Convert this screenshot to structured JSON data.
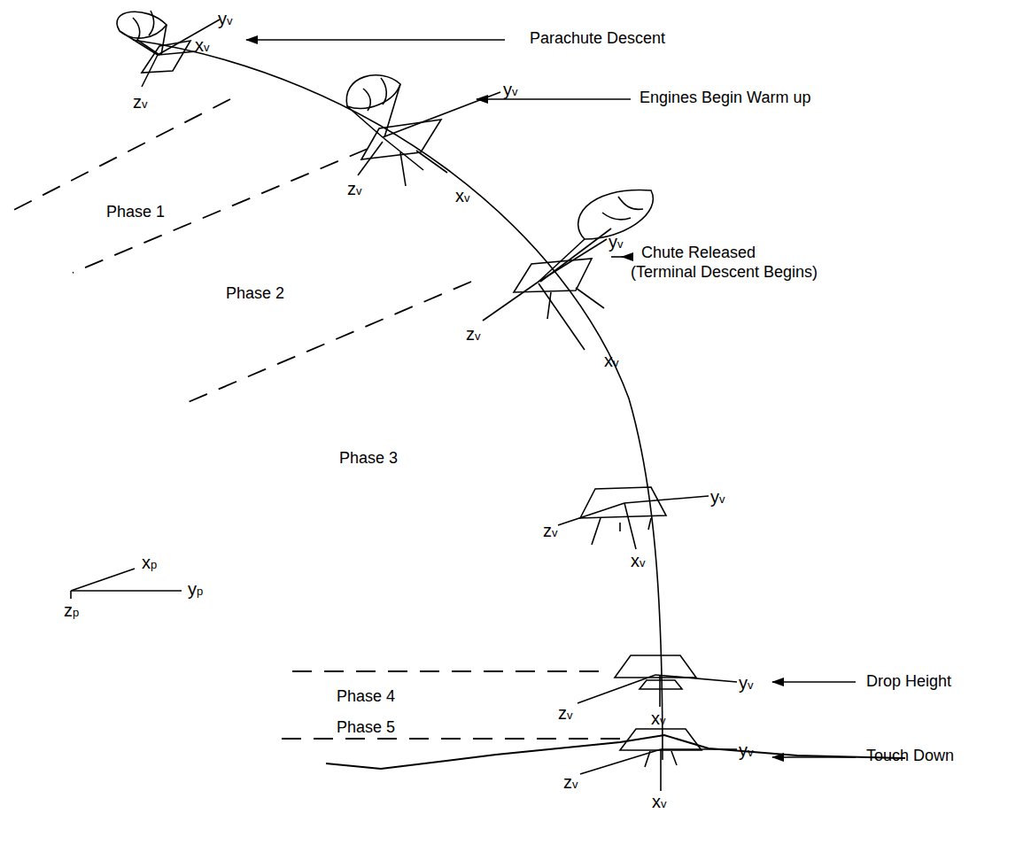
{
  "diagram": {
    "labels": [
      "Parachute Descent",
      "Engines Begin Warm up",
      "Chute Released",
      "(Terminal Descent Begins)",
      "Drop Height",
      "Touch Down",
      "Phase 1",
      "Phase 2",
      "Phase 3",
      "Phase 4",
      "Phase 5",
      "yv",
      "xv",
      "zv",
      "yv",
      "zv",
      "xv",
      "yv",
      "zv",
      "xv",
      "yv",
      "zv",
      "xv",
      "yv",
      "zv",
      "xv",
      "yv",
      "zv",
      "xv",
      "xp",
      "yp",
      "zp"
    ]
  }
}
